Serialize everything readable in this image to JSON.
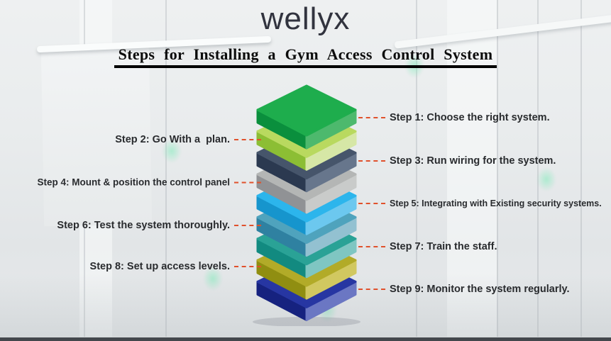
{
  "brand": {
    "logo": "wellyx",
    "color": "#31333e"
  },
  "title": {
    "text": "Steps for Installing a Gym Access Control System"
  },
  "connector": {
    "color": "#e0512c"
  },
  "background": {
    "base": "#e8ebec",
    "bottom_bar": "#43474c",
    "indicator_light": "#7debb9"
  },
  "diagram": {
    "type": "stacked-3d-layers",
    "layer_count": 9
  },
  "steps": [
    {
      "num": 1,
      "side": "right",
      "label": "Step 1: Choose the right system.",
      "layer": {
        "top": "#1ead4d",
        "left": "#0a8f3d",
        "right": "#4db96d"
      }
    },
    {
      "num": 2,
      "side": "left",
      "label": "Step 2: Go With a  plan.",
      "layer": {
        "top": "#b9d95f",
        "left": "#8cbe34",
        "right": "#d6e7a6"
      }
    },
    {
      "num": 3,
      "side": "right",
      "label": "Step 3: Run wiring for the system.",
      "layer": {
        "top": "#46556b",
        "left": "#2b3950",
        "right": "#67768c"
      }
    },
    {
      "num": 4,
      "side": "left",
      "label": "Step 4: Mount & position the control panel",
      "layer": {
        "top": "#b4b6b5",
        "left": "#909295",
        "right": "#c9cbca"
      }
    },
    {
      "num": 5,
      "side": "right",
      "label": "Step 5: Integrating with Existing security systems.",
      "layer": {
        "top": "#2cb5ec",
        "left": "#1695cd",
        "right": "#6cc8ef"
      }
    },
    {
      "num": 6,
      "side": "left",
      "label": "Step 6: Test the system thoroughly.",
      "layer": {
        "top": "#4fa3bd",
        "left": "#2f81a1",
        "right": "#93c1d1"
      }
    },
    {
      "num": 7,
      "side": "right",
      "label": "Step 7: Train the staff.",
      "layer": {
        "top": "#2aa296",
        "left": "#128a80",
        "right": "#7fc6c2"
      }
    },
    {
      "num": 8,
      "side": "left",
      "label": "Step 8: Set up access levels.",
      "layer": {
        "top": "#b2ab28",
        "left": "#908e11",
        "right": "#d1c860"
      }
    },
    {
      "num": 9,
      "side": "right",
      "label": "Step 9: Monitor the system regularly.",
      "layer": {
        "top": "#2736a2",
        "left": "#16227f",
        "right": "#6b77c3"
      }
    }
  ]
}
